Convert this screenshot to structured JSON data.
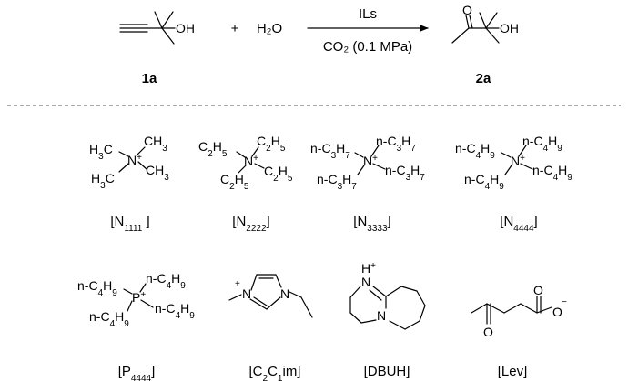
{
  "reaction": {
    "reactant": {
      "label": "1a",
      "group": "OH"
    },
    "plus": "+",
    "water": "H₂O",
    "catalyst": "ILs",
    "conditions": "CO₂ (0.1 MPa)",
    "product": {
      "label": "2a",
      "group": "OH"
    }
  },
  "cations": [
    {
      "caption": {
        "pre": "[N",
        "sub": "1111",
        "post": " ]"
      },
      "lines": [
        [
          {
            "t": "H"
          },
          {
            "t": "3",
            "s": 1
          },
          {
            "t": "C"
          }
        ],
        [
          {
            "t": "CH"
          },
          {
            "t": "3",
            "s": 1
          }
        ],
        [
          {
            "t": "N"
          },
          {
            "t": "+",
            "s": 2
          }
        ],
        [
          {
            "t": "CH"
          },
          {
            "t": "3",
            "s": 1
          }
        ],
        [
          {
            "t": "H"
          },
          {
            "t": "3",
            "s": 1
          },
          {
            "t": "C"
          }
        ]
      ]
    },
    {
      "caption": {
        "pre": "[N",
        "sub": "2222",
        "post": "]"
      },
      "lines": [
        [
          {
            "t": "C"
          },
          {
            "t": "2",
            "s": 1
          },
          {
            "t": "H"
          },
          {
            "t": "5",
            "s": 1
          }
        ],
        [
          {
            "t": "C"
          },
          {
            "t": "2",
            "s": 1
          },
          {
            "t": "H"
          },
          {
            "t": "5",
            "s": 1
          }
        ],
        [
          {
            "t": "N"
          },
          {
            "t": "+",
            "s": 2
          }
        ],
        [
          {
            "t": "C"
          },
          {
            "t": "2",
            "s": 1
          },
          {
            "t": "H"
          },
          {
            "t": "5",
            "s": 1
          }
        ],
        [
          {
            "t": "C"
          },
          {
            "t": "2",
            "s": 1
          },
          {
            "t": "H"
          },
          {
            "t": "5",
            "s": 1
          }
        ]
      ]
    },
    {
      "caption": {
        "pre": "[N",
        "sub": "3333",
        "post": "]"
      },
      "lines": [
        [
          {
            "t": "n-C"
          },
          {
            "t": "3",
            "s": 1
          },
          {
            "t": "H"
          },
          {
            "t": "7",
            "s": 1
          }
        ],
        [
          {
            "t": "n-C"
          },
          {
            "t": "3",
            "s": 1
          },
          {
            "t": "H"
          },
          {
            "t": "7",
            "s": 1
          }
        ],
        [
          {
            "t": "N"
          },
          {
            "t": "+",
            "s": 2
          }
        ],
        [
          {
            "t": "n-C"
          },
          {
            "t": "3",
            "s": 1
          },
          {
            "t": "H"
          },
          {
            "t": "7",
            "s": 1
          }
        ],
        [
          {
            "t": "n-C"
          },
          {
            "t": "3",
            "s": 1
          },
          {
            "t": "H"
          },
          {
            "t": "7",
            "s": 1
          }
        ]
      ]
    },
    {
      "caption": {
        "pre": "[N",
        "sub": "4444",
        "post": "]"
      },
      "lines": [
        [
          {
            "t": "n-C"
          },
          {
            "t": "4",
            "s": 1
          },
          {
            "t": "H"
          },
          {
            "t": "9",
            "s": 1
          }
        ],
        [
          {
            "t": "n-C"
          },
          {
            "t": "4",
            "s": 1
          },
          {
            "t": "H"
          },
          {
            "t": "9",
            "s": 1
          }
        ],
        [
          {
            "t": "N"
          },
          {
            "t": "+",
            "s": 2
          }
        ],
        [
          {
            "t": "n-C"
          },
          {
            "t": "4",
            "s": 1
          },
          {
            "t": "H"
          },
          {
            "t": "9",
            "s": 1
          }
        ],
        [
          {
            "t": "n-C"
          },
          {
            "t": "4",
            "s": 1
          },
          {
            "t": "H"
          },
          {
            "t": "9",
            "s": 1
          }
        ]
      ]
    },
    {
      "caption": {
        "pre": "[P",
        "sub": "4444",
        "post": "]"
      },
      "lines": [
        [
          {
            "t": "n-C"
          },
          {
            "t": "4",
            "s": 1
          },
          {
            "t": "H"
          },
          {
            "t": "9",
            "s": 1
          }
        ],
        [
          {
            "t": "n-C"
          },
          {
            "t": "4",
            "s": 1
          },
          {
            "t": "H"
          },
          {
            "t": "9",
            "s": 1
          }
        ],
        [
          {
            "t": "P"
          },
          {
            "t": "+",
            "s": 2
          }
        ],
        [
          {
            "t": "n-C"
          },
          {
            "t": "4",
            "s": 1
          },
          {
            "t": "H"
          },
          {
            "t": "9",
            "s": 1
          }
        ],
        [
          {
            "t": "n-C"
          },
          {
            "t": "4",
            "s": 1
          },
          {
            "t": "H"
          },
          {
            "t": "9",
            "s": 1
          }
        ]
      ]
    },
    {
      "caption": {
        "pre": "[C",
        "sub": "2",
        "mid": "C",
        "sub2": "1",
        "post": "im]"
      },
      "lines": [
        [
          {
            "t": "N"
          }
        ],
        [
          {
            "t": "+",
            "s": 2
          }
        ],
        [
          {
            "t": "N"
          }
        ]
      ]
    },
    {
      "caption": {
        "pre": "[DBUH]"
      },
      "lines": [
        [
          {
            "t": "N"
          }
        ],
        [
          {
            "t": "H"
          },
          {
            "t": "+",
            "s": 2
          }
        ],
        [
          {
            "t": "N"
          }
        ]
      ]
    },
    {
      "caption": {
        "pre": "[Lev]"
      },
      "lines": [
        [
          {
            "t": "O"
          }
        ],
        [
          {
            "t": "O"
          }
        ],
        [
          {
            "t": "O"
          }
        ],
        [
          {
            "t": "−",
            "s": 2
          }
        ]
      ]
    }
  ]
}
